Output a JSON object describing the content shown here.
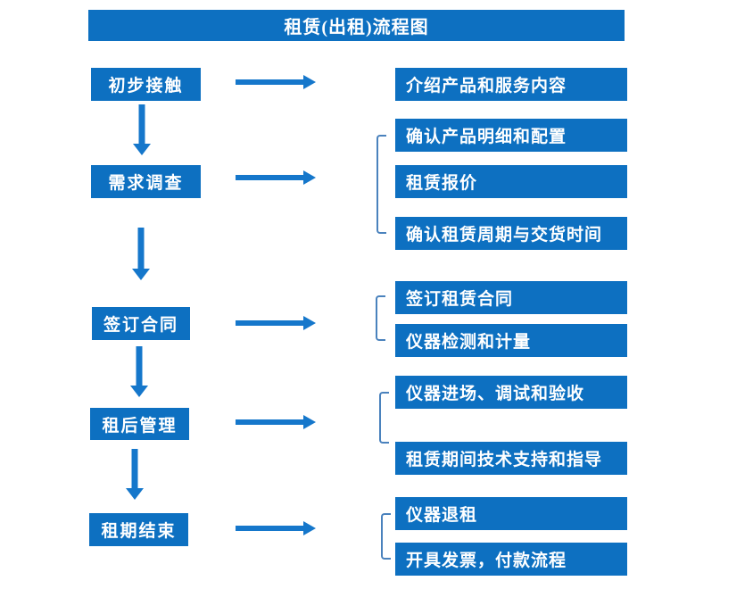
{
  "title": "租赁(出租)流程图",
  "colors": {
    "background": "#ffffff",
    "box": "#0d70c1",
    "arrow": "#1577cb",
    "bracket": "#4a82bd",
    "text": "#ffffff"
  },
  "stages": [
    {
      "label": "初步接触",
      "outputs": [
        "介绍产品和服务内容"
      ]
    },
    {
      "label": "需求调查",
      "outputs": [
        "确认产品明细和配置",
        "租赁报价",
        "确认租赁周期与交货时间"
      ]
    },
    {
      "label": "签订合同",
      "outputs": [
        "签订租赁合同",
        "仪器检测和计量"
      ]
    },
    {
      "label": "租后管理",
      "outputs": [
        "仪器进场、调试和验收",
        "租赁期间技术支持和指导"
      ]
    },
    {
      "label": "租期结束",
      "outputs": [
        "仪器退租",
        "开具发票，付款流程"
      ]
    }
  ]
}
